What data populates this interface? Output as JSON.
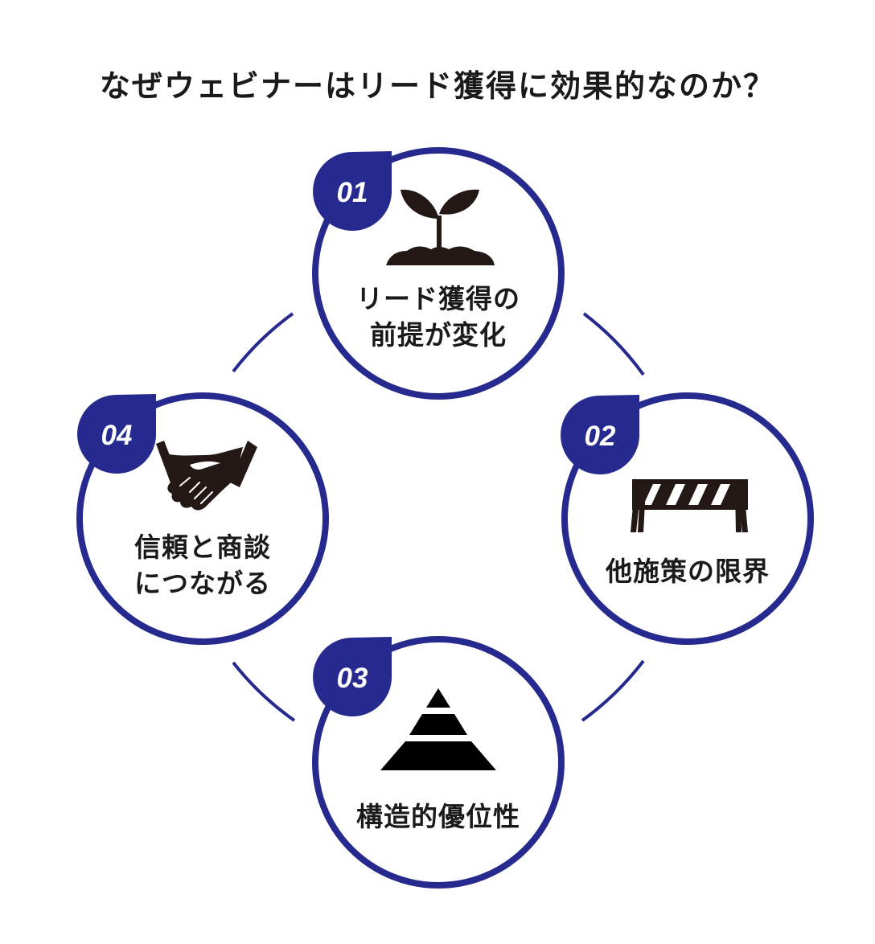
{
  "title": "なぜウェビナーはリード獲得に効果的なのか？",
  "colors": {
    "accent": "#262a8e",
    "text": "#1a1a1a",
    "icon": "#231815",
    "background": "#ffffff"
  },
  "items": [
    {
      "number": "01",
      "label_lines": [
        "リード獲得の",
        "前提が変化"
      ],
      "icon": "sprout-icon"
    },
    {
      "number": "02",
      "label_lines": [
        "他施策の限界"
      ],
      "icon": "barrier-icon"
    },
    {
      "number": "03",
      "label_lines": [
        "構造的優位性"
      ],
      "icon": "pyramid-icon"
    },
    {
      "number": "04",
      "label_lines": [
        "信頼と商談",
        "につながる"
      ],
      "icon": "handshake-icon"
    }
  ]
}
